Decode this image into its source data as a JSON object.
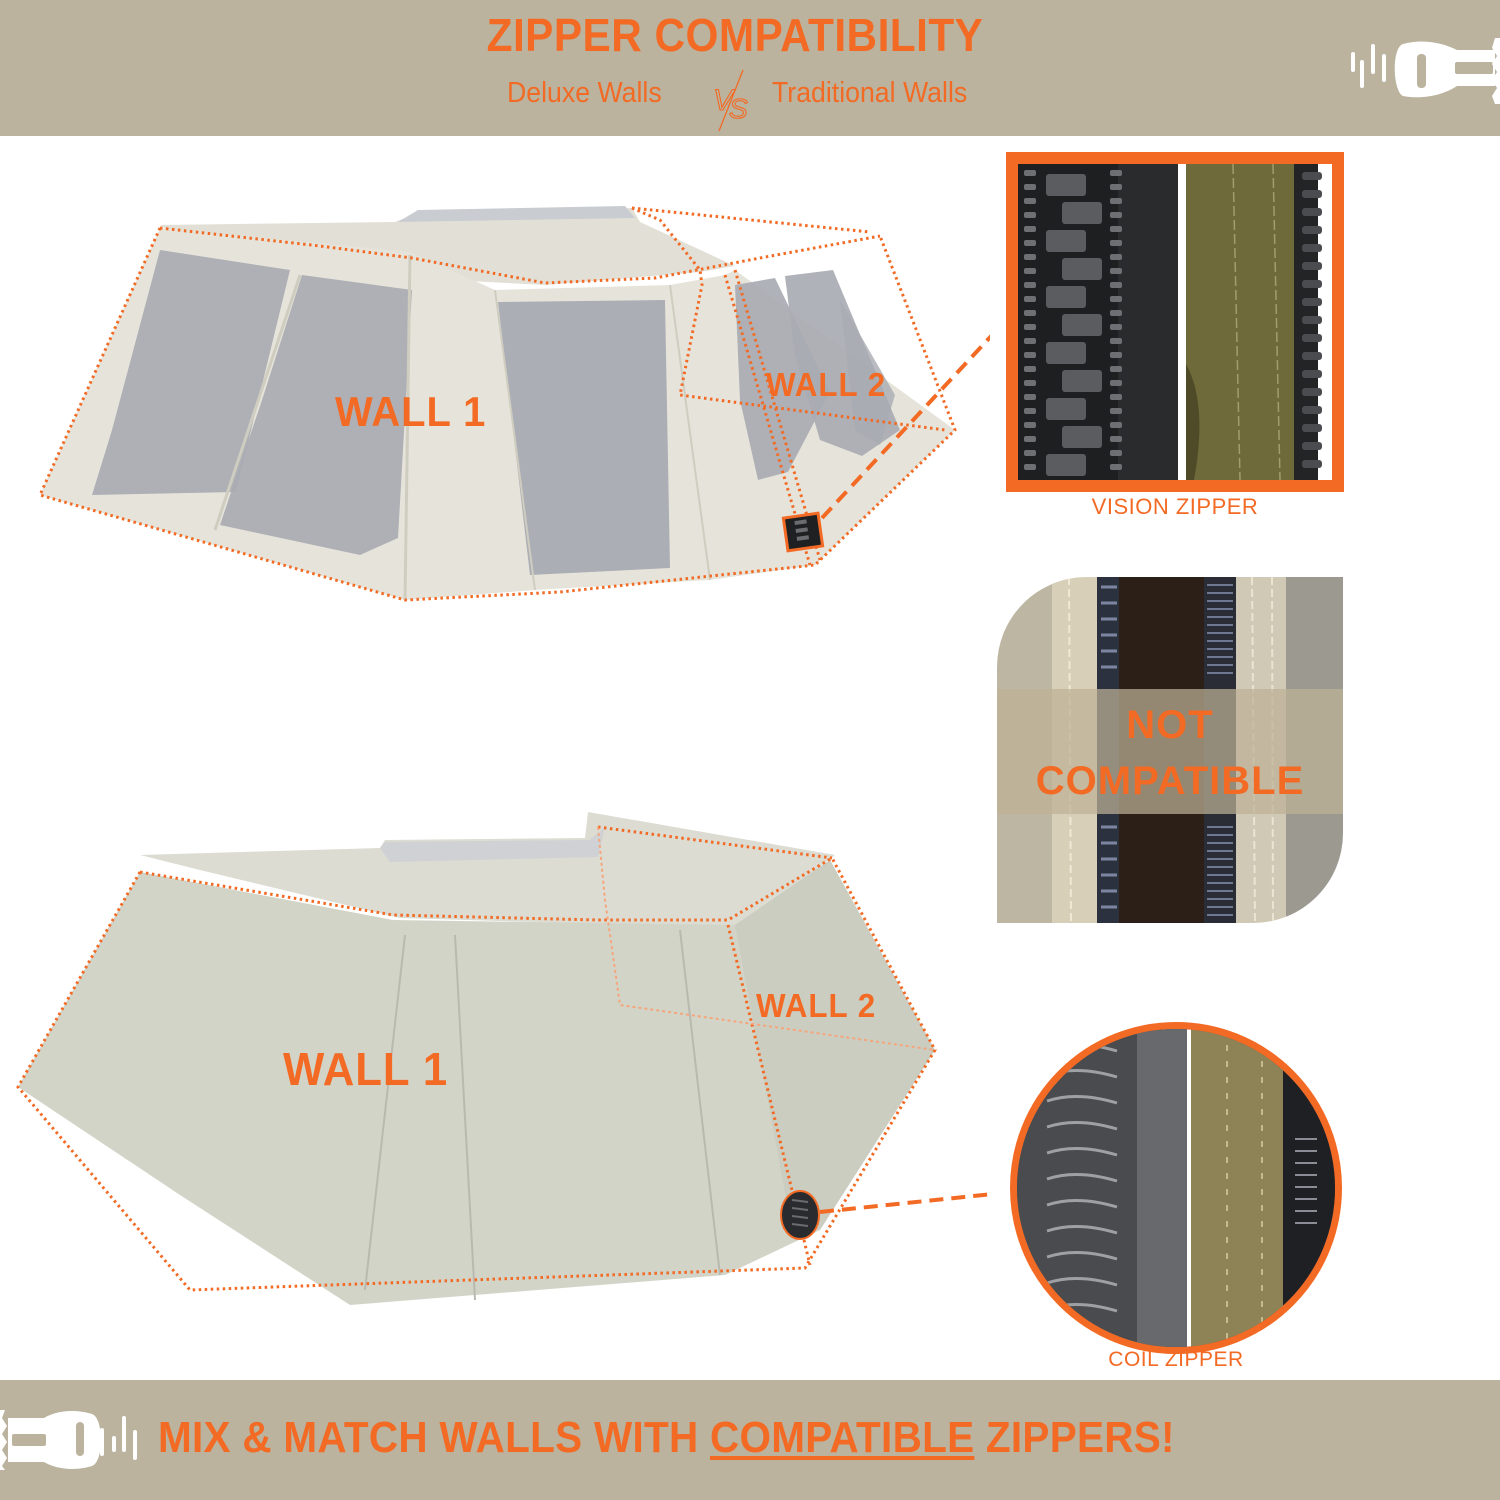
{
  "header": {
    "title": "ZIPPER COMPATIBILITY",
    "left_label": "Deluxe Walls",
    "vs_label": "VS",
    "right_label": "Traditional Walls",
    "icon": "zipper-icon"
  },
  "top_section": {
    "tent_type": "deluxe-wall-tent",
    "wall1_label": "WALL 1",
    "wall2_label": "WALL 2",
    "detail_caption": "VISION  ZIPPER",
    "detail_shape": "square"
  },
  "middle_section": {
    "line1": "NOT",
    "line2": "COMPATIBLE"
  },
  "bottom_section": {
    "tent_type": "traditional-wall-tent",
    "wall1_label": "WALL 1",
    "wall2_label": "WALL 2",
    "detail_caption": "COIL ZIPPER",
    "detail_shape": "circle"
  },
  "footer": {
    "text_before": "MIX & MATCH WALLS WITH ",
    "text_underlined": "COMPATIBLE",
    "text_after": " ZIPPERS!",
    "icon": "zipper-icon"
  },
  "colors": {
    "accent": "#f26a24",
    "banner": "#bbb39e",
    "tent_fabric": "#e6e4da",
    "mesh": "#a9abb3"
  }
}
